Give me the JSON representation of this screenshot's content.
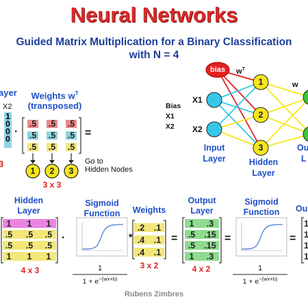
{
  "title": "Neural Networks",
  "subtitle_line1": "Guided Matrix Multiplication for a Binary Classification",
  "subtitle_line2": "with N = 4",
  "top_left": {
    "layer_label": "ayer",
    "x2_label": "X2",
    "input_vector": [
      "1",
      "0",
      "0",
      "0"
    ],
    "weights_title_1": "Weights w",
    "weights_sup": "T",
    "weights_title_2": "(transposed)",
    "weights_matrix": [
      [
        ".5",
        ".5",
        ".5"
      ],
      [
        ".5",
        ".5",
        ".5"
      ],
      [
        ".5",
        ".5",
        ".5"
      ]
    ],
    "equals": "=",
    "hidden_nodes": [
      "1",
      "2",
      "3"
    ],
    "size_label": "3 x 3",
    "go_to_1": "Go to",
    "go_to_2": "Hidden Nodes",
    "red_mark": "3"
  },
  "network": {
    "bias_label": "bias",
    "wt_label": "w",
    "wt_sup": "T",
    "w_label": "w",
    "input_nodes": [
      "X1",
      "X2"
    ],
    "hidden_nodes": [
      "1",
      "2",
      "3"
    ],
    "side_labels": [
      "Bias",
      "X1",
      "X2"
    ],
    "input_layer_1": "Input",
    "input_layer_2": "Layer",
    "hidden_layer_1": "Hidden",
    "hidden_layer_2": "Layer",
    "output_layer_1": "Ou",
    "output_layer_2": "L"
  },
  "bottom": {
    "hidden_layer_1": "Hidden",
    "hidden_layer_2": "Layer",
    "hidden_matrix": [
      [
        "1",
        "1",
        "1"
      ],
      [
        ".5",
        ".5",
        ".5"
      ],
      [
        ".5",
        ".5",
        ".5"
      ],
      [
        "1",
        "1",
        "1"
      ]
    ],
    "hidden_size": "4 x 3",
    "sigmoid_1": "Sigmoid",
    "sigmoid_2": "Function",
    "dot": "·",
    "star": "*",
    "weights_label": "Weights",
    "weights_matrix": [
      [
        ".2",
        ".1"
      ],
      [
        ".4",
        ".1"
      ],
      [
        ".4",
        ".1"
      ]
    ],
    "weights_size": "3 x 2",
    "equals": "=",
    "output_layer_1": "Output",
    "output_layer_2": "Layer",
    "output_matrix": [
      [
        "1",
        ".3"
      ],
      [
        ".5",
        ".15"
      ],
      [
        ".5",
        ".15"
      ],
      [
        "1",
        ".3"
      ]
    ],
    "output_size": "4 x 2",
    "sigmoid2_1": "Sigmoid",
    "sigmoid2_2": "Function",
    "final_label": "Ou",
    "final_matrix": [
      "1",
      "1",
      "1",
      "1"
    ],
    "formula_num": "1",
    "formula_den": "1 + e",
    "formula_exp": "−(wx+b)"
  },
  "author": "Rubens Zimbres",
  "colors": {
    "title_red": "#d92b2b",
    "subtitle_blue": "#1e3f9a",
    "label_blue": "#1e4fc9",
    "node_cyan": "#36c7e8",
    "node_yellow": "#f5e61e",
    "node_green": "#39c63a",
    "bias_red": "#e4201f",
    "highlight_pink": "#e985e0",
    "highlight_yellow": "#f3e77a",
    "highlight_green": "#8fdc8f",
    "highlight_red": "#f08a8a",
    "highlight_cyan": "#8fd3e0"
  }
}
